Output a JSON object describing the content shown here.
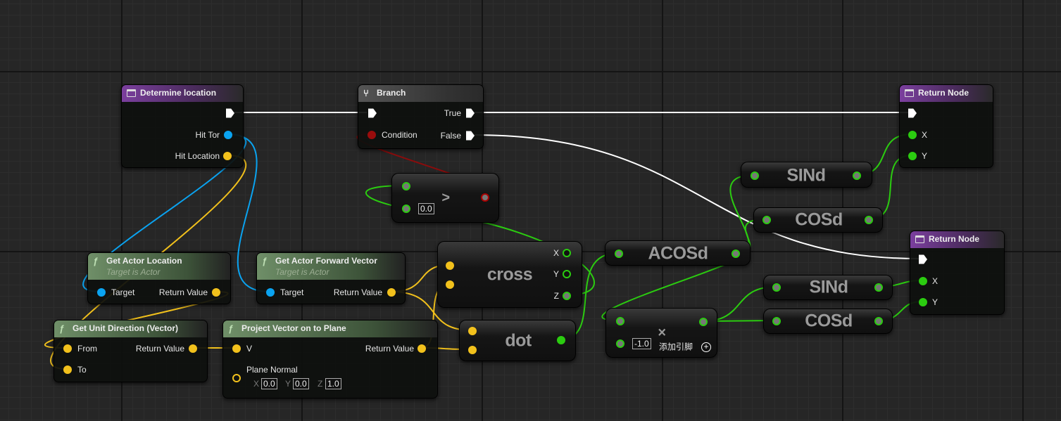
{
  "nodes": {
    "determine_location": {
      "title": "Determine location",
      "outputs": [
        "Hit Tor",
        "Hit Location"
      ]
    },
    "branch": {
      "title": "Branch",
      "condition": "Condition",
      "true": "True",
      "false": "False"
    },
    "return1": {
      "title": "Return Node",
      "x": "X",
      "y": "Y"
    },
    "return2": {
      "title": "Return Node",
      "x": "X",
      "y": "Y"
    },
    "greater": {
      "op": ">",
      "default": "0.0"
    },
    "sind1": {
      "title": "SINd"
    },
    "cosd1": {
      "title": "COSd"
    },
    "sind2": {
      "title": "SINd"
    },
    "cosd2": {
      "title": "COSd"
    },
    "cross": {
      "title": "cross",
      "x": "X",
      "y": "Y",
      "z": "Z"
    },
    "acosd": {
      "title": "ACOSd"
    },
    "dot": {
      "title": "dot"
    },
    "multiply": {
      "op": "×",
      "default": "-1.0",
      "add_pin": "添加引脚"
    },
    "get_actor_location": {
      "title": "Get Actor Location",
      "subtitle": "Target is Actor",
      "target": "Target",
      "return": "Return Value"
    },
    "get_actor_forward": {
      "title": "Get Actor Forward Vector",
      "subtitle": "Target is Actor",
      "target": "Target",
      "return": "Return Value"
    },
    "unit_direction": {
      "title": "Get Unit Direction (Vector)",
      "from": "From",
      "to": "To",
      "return": "Return Value"
    },
    "project_vector": {
      "title": "Project Vector on to Plane",
      "v": "V",
      "plane_normal": "Plane Normal",
      "ax": "X",
      "ay": "Y",
      "az": "Z",
      "vx": "0.0",
      "vy": "0.0",
      "vz": "1.0",
      "return": "Return Value"
    }
  },
  "colors": {
    "exec": "#ffffff",
    "object": "#0aa3f0",
    "vector": "#f2c11c",
    "float": "#2bcc10",
    "bool": "#9a0c0c"
  }
}
